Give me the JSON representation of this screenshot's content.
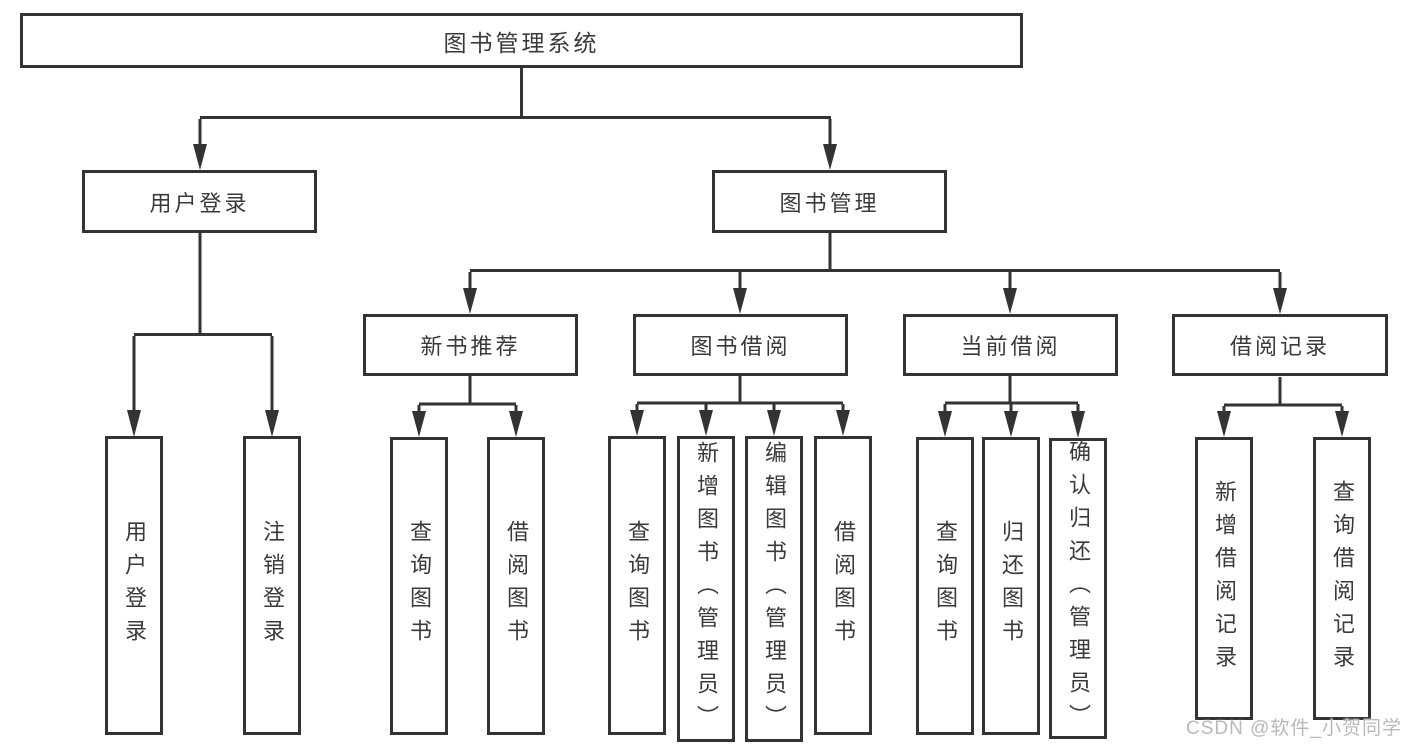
{
  "title": "图书管理系统",
  "tree": {
    "label": "图书管理系统",
    "children": [
      {
        "label": "用户登录",
        "children": [
          {
            "label": "用户登录"
          },
          {
            "label": "注销登录"
          }
        ]
      },
      {
        "label": "图书管理",
        "children": [
          {
            "label": "新书推荐",
            "children": [
              {
                "label": "查询图书"
              },
              {
                "label": "借阅图书"
              }
            ]
          },
          {
            "label": "图书借阅",
            "children": [
              {
                "label": "查询图书"
              },
              {
                "label": "新增图书（管理员）"
              },
              {
                "label": "编辑图书（管理员）"
              },
              {
                "label": "借阅图书"
              }
            ]
          },
          {
            "label": "当前借阅",
            "children": [
              {
                "label": "查询图书"
              },
              {
                "label": "归还图书"
              },
              {
                "label": "确认归还（管理员）"
              }
            ]
          },
          {
            "label": "借阅记录",
            "children": [
              {
                "label": "新增借阅记录"
              },
              {
                "label": "查询借阅记录"
              }
            ]
          }
        ]
      }
    ]
  },
  "watermark": "CSDN @软件_小贺同学",
  "colors": {
    "line": "#333333",
    "text": "#3a3a3a",
    "watermark": "#b9b9b9",
    "background": "#ffffff"
  }
}
